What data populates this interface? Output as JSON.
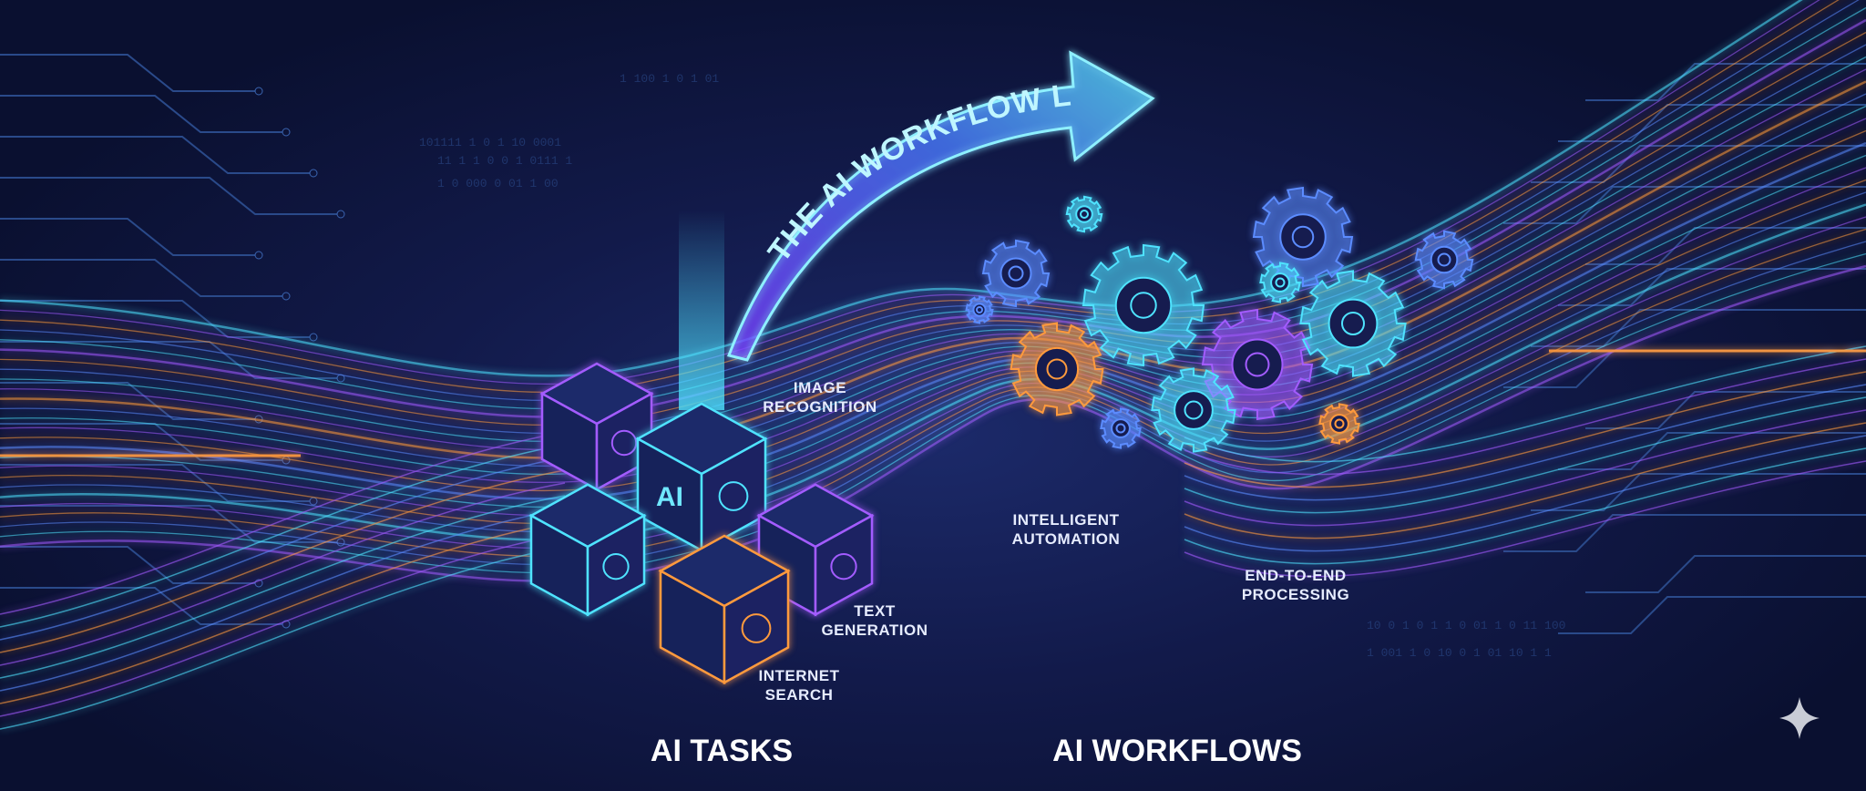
{
  "headline": "THE AI WORKFLOW LEAP",
  "left": {
    "title": "AI TASKS",
    "cube_badge": "AI",
    "labels": [
      {
        "line1": "IMAGE",
        "line2": "RECOGNITION"
      },
      {
        "line1": "TEXT",
        "line2": "GENERATION"
      },
      {
        "line1": "INTERNET",
        "line2": "SEARCH"
      }
    ]
  },
  "right": {
    "title": "AI WORKFLOWS",
    "labels": [
      {
        "line1": "INTELLIGENT",
        "line2": "AUTOMATION"
      },
      {
        "line1": "END-TO-END",
        "line2": "PROCESSING"
      }
    ]
  },
  "binary_rows": [
    "1 100 1 0 1 01",
    "101111  1  0 1 10 0001",
    "11 1 1 0 0 1 0111 1",
    "1 0 000 0 01 1 00",
    "10 0 1 0 1 1 0 01 1 0 11 100",
    "1 001 1 0 10 0 1 01 10 1 1"
  ],
  "colors": {
    "cyan": "#4fe3ff",
    "purple": "#a35bff",
    "orange": "#ff9a3d",
    "background": "#0a1030"
  },
  "icons": [
    "magnifier-icon",
    "image-icon",
    "chip-icon",
    "document-icon",
    "bar-chart-icon",
    "globe-icon",
    "search-icon",
    "text-lines-icon",
    "gear-icon",
    "sparkle-icon"
  ]
}
